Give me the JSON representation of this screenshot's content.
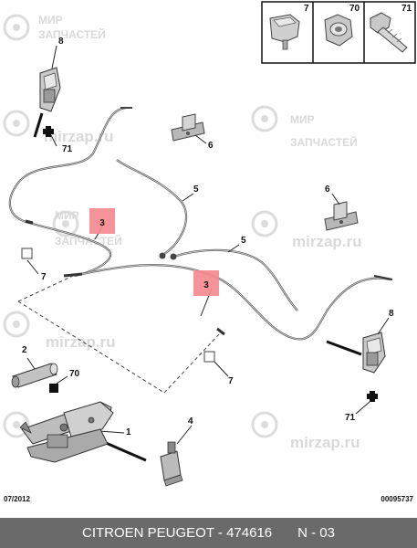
{
  "watermark": {
    "line1": "МИР",
    "line2": "ЗАПЧАСТЕЙ",
    "domain": "mirzap.ru"
  },
  "legend": {
    "items": [
      {
        "number": "7",
        "icon": "clip-icon"
      },
      {
        "number": "70",
        "icon": "nut-icon"
      },
      {
        "number": "71",
        "icon": "bolt-icon"
      }
    ]
  },
  "callouts": {
    "c8_top": "8",
    "c71_top": "71",
    "c7_left": "7",
    "c2": "2",
    "c70": "70",
    "c1": "1",
    "c4": "4",
    "c6_left": "6",
    "c5_upper": "5",
    "c5_lower": "5",
    "c6_right": "6",
    "c8_right": "8",
    "c71_right": "71",
    "c7_mid": "7"
  },
  "highlights": {
    "h3_left": "3",
    "h3_right": "3"
  },
  "footer": {
    "date": "07/2012",
    "ref": "00095737",
    "brand_part": "CITROEN PEUGEOT - 474616",
    "page": "N - 03"
  },
  "colors": {
    "highlight": "#f48a8f",
    "footer_bg": "#6a6a6a"
  }
}
